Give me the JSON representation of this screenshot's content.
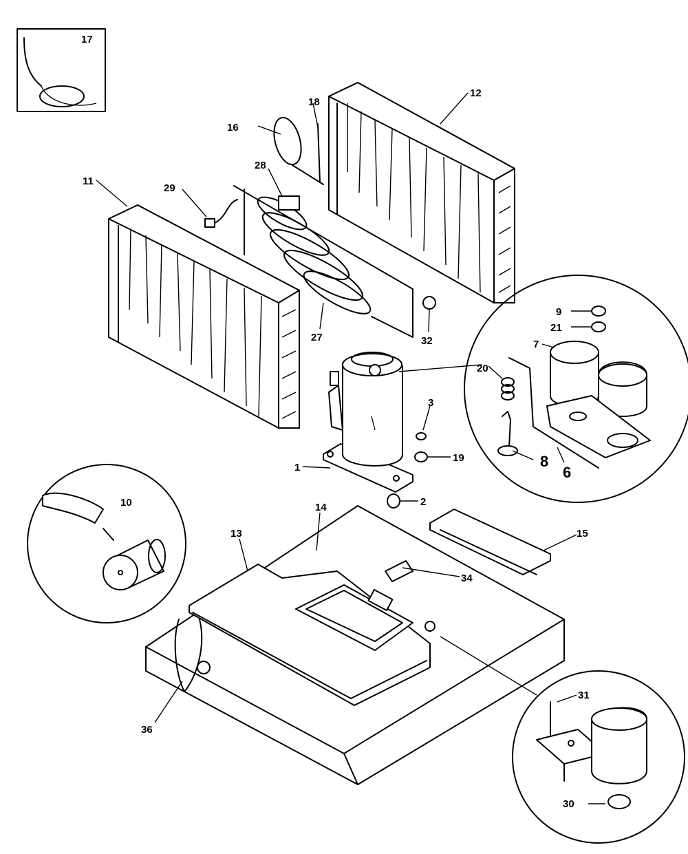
{
  "labels": {
    "p1": "1",
    "p2": "2",
    "p3": "3",
    "p6": "6",
    "p7": "7",
    "p8": "8",
    "p9": "9",
    "p10": "10",
    "p11": "11",
    "p12": "12",
    "p13": "13",
    "p14": "14",
    "p15": "15",
    "p16": "16",
    "p17": "17",
    "p18": "18",
    "p19": "19",
    "p20": "20",
    "p21": "21",
    "p27": "27",
    "p28": "28",
    "p29": "29",
    "p30": "30",
    "p31": "31",
    "p32": "32",
    "p34": "34",
    "p36": "36"
  }
}
